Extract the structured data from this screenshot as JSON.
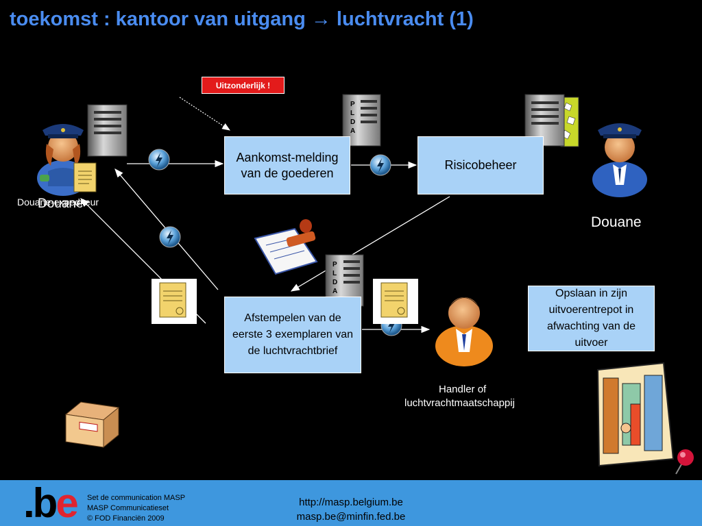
{
  "slide": {
    "title": "toekomst : kantoor van uitgang → luchtvracht (1)",
    "alert_badge": "Uitzonderlijk !",
    "plda_letters": [
      "P",
      "L",
      "D",
      "A"
    ]
  },
  "actors": {
    "left_top": "Douane",
    "left_bottom": "Douane-expediteur",
    "right": "Douane",
    "handler_line1": "Handler of",
    "handler_line2": "luchtvrachtmaatschappij"
  },
  "boxes": {
    "aankomst": "Aankomst-melding van de goederen",
    "risico": "Risicobeheer",
    "afstempelen": "Afstempelen van de eerste 3 exemplaren van de luchtvrachtbrief",
    "opslaan": "Opslaan in zijn uitvoerentrepot in afwachting van de uitvoer"
  },
  "footer": {
    "logo_prefix": ".b",
    "logo_accent": "e",
    "line1": "Set de communication  MASP",
    "line2": "MASP Communicatieset",
    "line3": "© FOD Financiën 2009",
    "url": "http://masp.belgium.be",
    "email": "masp.be@minfin.fed.be"
  },
  "colors": {
    "title": "#4a8cf0",
    "box_fill": "#a9d2f7",
    "alert": "#e31b1b",
    "footer_bg": "#3e97de",
    "logo_accent": "#e0242f"
  }
}
